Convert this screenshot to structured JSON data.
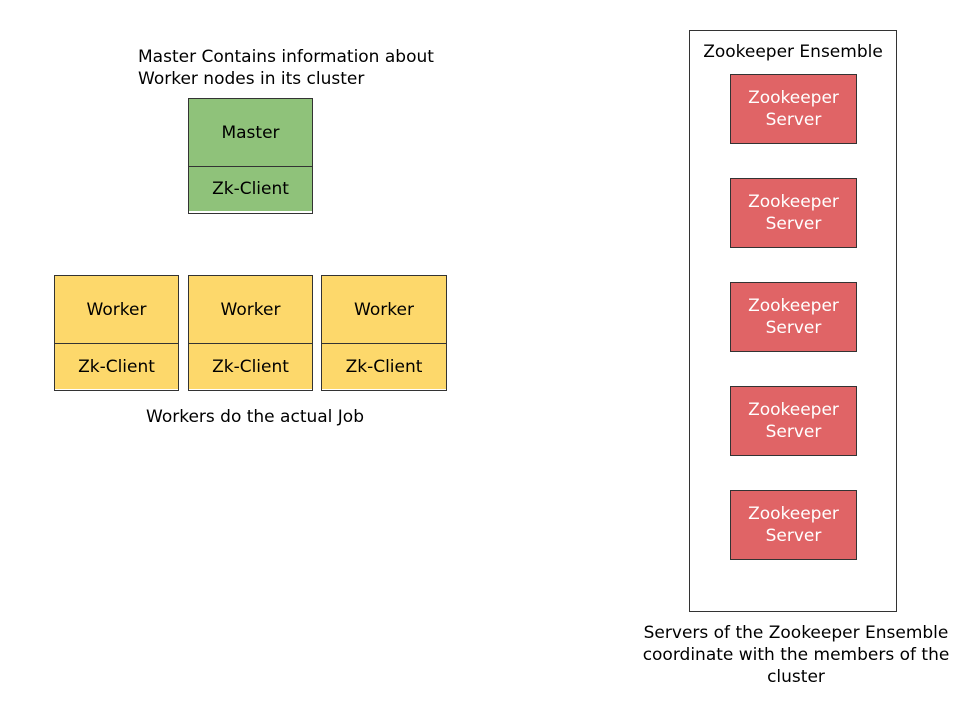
{
  "master": {
    "caption_line1": "Master Contains information about",
    "caption_line2": "Worker nodes in its cluster",
    "label": "Master",
    "client": "Zk-Client",
    "color": "#8fc27a"
  },
  "workers": [
    {
      "label": "Worker",
      "client": "Zk-Client"
    },
    {
      "label": "Worker",
      "client": "Zk-Client"
    },
    {
      "label": "Worker",
      "client": "Zk-Client"
    }
  ],
  "workers_caption": "Workers do the actual Job",
  "worker_color": "#fdd86b",
  "ensemble": {
    "title": "Zookeeper Ensemble",
    "servers": [
      {
        "line1": "Zookeeper",
        "line2": "Server"
      },
      {
        "line1": "Zookeeper",
        "line2": "Server"
      },
      {
        "line1": "Zookeeper",
        "line2": "Server"
      },
      {
        "line1": "Zookeeper",
        "line2": "Server"
      },
      {
        "line1": "Zookeeper",
        "line2": "Server"
      }
    ],
    "server_color": "#e06466",
    "caption_line1": "Servers of the Zookeeper Ensemble",
    "caption_line2": "coordinate with the members of the",
    "caption_line3": "cluster"
  }
}
